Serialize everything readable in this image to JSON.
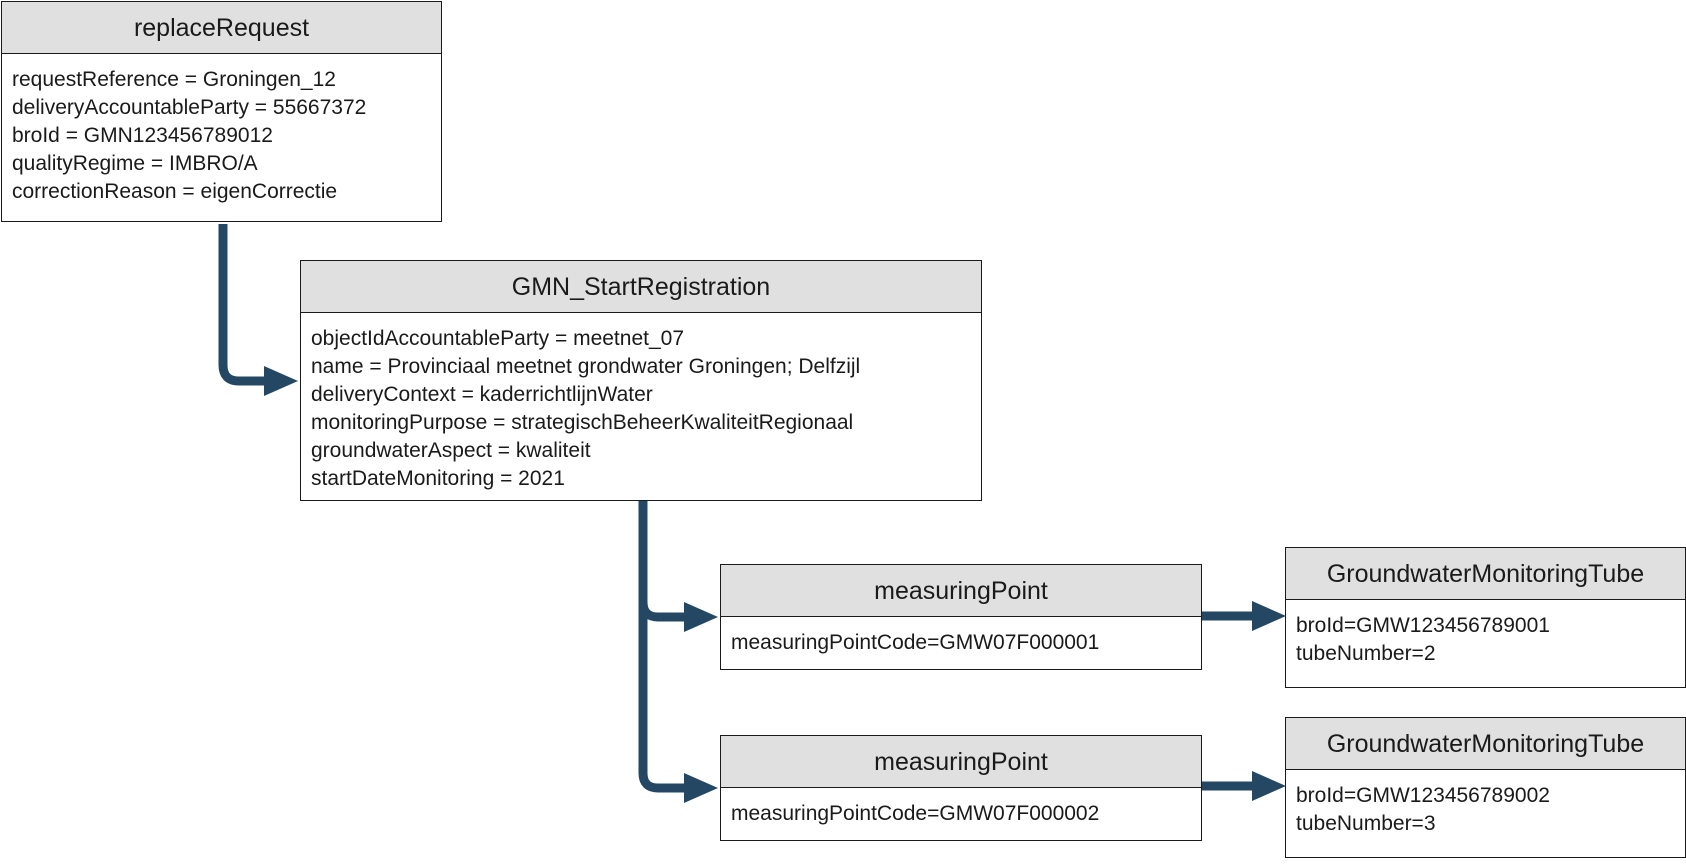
{
  "colors": {
    "header_fill": "#e0e0e0",
    "border": "#1a1a1a",
    "connector": "#244863"
  },
  "replace_request": {
    "title": "replaceRequest",
    "attributes": [
      "requestReference = Groningen_12",
      "deliveryAccountableParty = 55667372",
      "broId = GMN123456789012",
      "qualityRegime = IMBRO/A",
      "correctionReason = eigenCorrectie"
    ]
  },
  "start_registration": {
    "title": "GMN_StartRegistration",
    "attributes": [
      "objectIdAccountableParty = meetnet_07",
      "name = Provinciaal meetnet grondwater Groningen; Delfzijl",
      "deliveryContext = kaderrichtlijnWater",
      "monitoringPurpose = strategischBeheerKwaliteitRegionaal",
      "groundwaterAspect = kwaliteit",
      "startDateMonitoring = 2021"
    ]
  },
  "measuring_points": [
    {
      "title": "measuringPoint",
      "attributes": [
        "measuringPointCode=GMW07F000001"
      ]
    },
    {
      "title": "measuringPoint",
      "attributes": [
        "measuringPointCode=GMW07F000002"
      ]
    }
  ],
  "monitoring_tubes": [
    {
      "title": "GroundwaterMonitoringTube",
      "attributes": [
        "broId=GMW123456789001",
        "tubeNumber=2"
      ]
    },
    {
      "title": "GroundwaterMonitoringTube",
      "attributes": [
        "broId=GMW123456789002",
        "tubeNumber=3"
      ]
    }
  ]
}
